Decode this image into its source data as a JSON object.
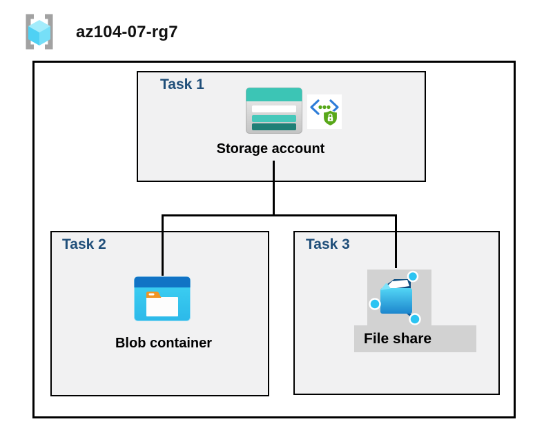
{
  "header": {
    "title": "az104-07-rg7"
  },
  "tasks": [
    {
      "label": "Task 1",
      "item": "Storage account"
    },
    {
      "label": "Task 2",
      "item": "Blob container"
    },
    {
      "label": "Task 3",
      "item": "File share"
    }
  ],
  "icons": {
    "resource_group": "resource-group-icon",
    "storage_account": "storage-account-icon",
    "secure_access": "secure-access-shield-icon",
    "blob_container": "blob-container-icon",
    "file_share": "file-share-icon"
  },
  "colors": {
    "task_label": "#1f4e79",
    "task_box_fill": "#f1f1f2",
    "border": "#000000",
    "selection_highlight": "#d2d2d2",
    "storage_teal_band": "#3cc5b5",
    "storage_teal_bar": "#46c8ba",
    "storage_teal_dark": "#207f76",
    "blob_blue_bar": "#1173c5",
    "blob_cyan_body": "#3fd2f3",
    "folder_tab_orange": "#f09423",
    "shield_green": "#58a719",
    "bracket_blue": "#2e7dd8",
    "node_cyan": "#2cc4f2",
    "cube_cyan": "#4fd1f4",
    "bracket_gray": "#a2a2a2"
  }
}
